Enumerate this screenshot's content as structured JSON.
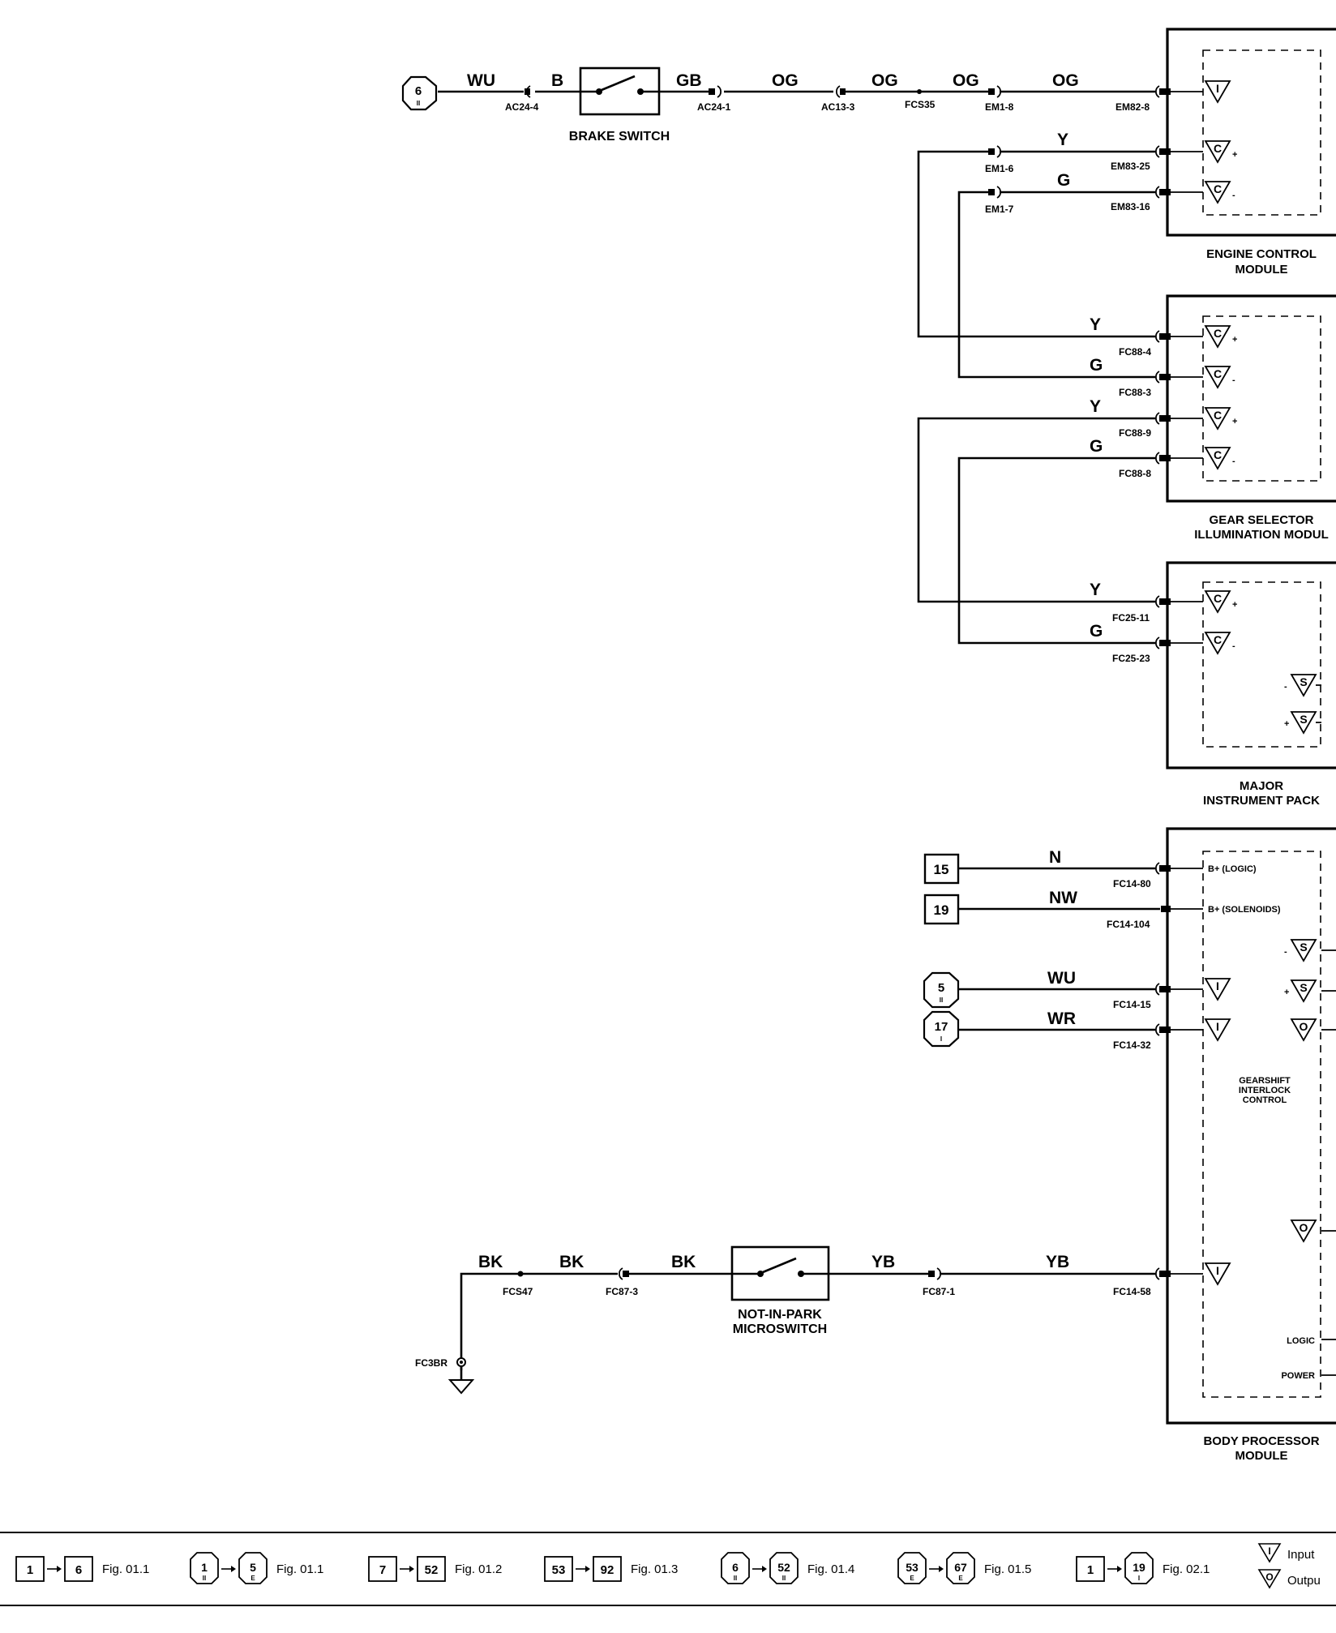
{
  "modules": {
    "ecm": {
      "line1": "ENGINE CONTROL",
      "line2": "MODULE"
    },
    "gsim": {
      "line1": "GEAR SELECTOR",
      "line2": "ILLUMINATION MODUL"
    },
    "mip": {
      "line1": "MAJOR",
      "line2": "INSTRUMENT PACK"
    },
    "bpm": {
      "line1": "BODY PROCESSOR",
      "line2": "MODULE"
    },
    "gic": {
      "line1": "GEARSHIFT",
      "line2": "INTERLOCK",
      "line3": "CONTROL"
    }
  },
  "switches": {
    "brake": {
      "label": "BRAKE SWITCH"
    },
    "nip": {
      "line1": "NOT-IN-PARK",
      "line2": "MICROSWITCH"
    }
  },
  "refs": {
    "r6": {
      "num": "6",
      "sub": "II"
    },
    "r5": {
      "num": "5",
      "sub": "II"
    },
    "r17": {
      "num": "17",
      "sub": "I"
    },
    "b15": "15",
    "b19": "19"
  },
  "wires": {
    "wu": "WU",
    "b": "B",
    "gb": "GB",
    "og": "OG",
    "y": "Y",
    "g": "G",
    "n": "N",
    "nw": "NW",
    "wr": "WR",
    "bk": "BK",
    "yb": "YB"
  },
  "connectors": {
    "ac24_4": "AC24-4",
    "ac24_1": "AC24-1",
    "ac13_3": "AC13-3",
    "fcs35": "FCS35",
    "em1_8": "EM1-8",
    "em82_8": "EM82-8",
    "em1_6": "EM1-6",
    "em83_25": "EM83-25",
    "em1_7": "EM1-7",
    "em83_16": "EM83-16",
    "fc88_4": "FC88-4",
    "fc88_3": "FC88-3",
    "fc88_9": "FC88-9",
    "fc88_8": "FC88-8",
    "fc25_11": "FC25-11",
    "fc25_23": "FC25-23",
    "fc14_80": "FC14-80",
    "fc14_104": "FC14-104",
    "fc14_15": "FC14-15",
    "fc14_32": "FC14-32",
    "fc14_58": "FC14-58",
    "fcs47": "FCS47",
    "fc87_3": "FC87-3",
    "fc87_1": "FC87-1",
    "fc3br": "FC3BR"
  },
  "pins": {
    "logic_in": "B+ (LOGIC)",
    "sol_in": "B+ (SOLENOIDS)",
    "logic": "LOGIC",
    "power": "POWER"
  },
  "symbols": {
    "i": "I",
    "c": "C",
    "s": "S",
    "o": "O",
    "plus": "+",
    "minus": "-"
  },
  "legend": {
    "items": [
      {
        "from": "1",
        "to": "6",
        "fig": "Fig. 01.1"
      },
      {
        "from": "1",
        "from_sub": "II",
        "to": "5",
        "to_sub": "E",
        "fig": "Fig. 01.1"
      },
      {
        "from": "7",
        "to": "52",
        "fig": "Fig. 01.2"
      },
      {
        "from": "53",
        "to": "92",
        "fig": "Fig. 01.3"
      },
      {
        "from": "6",
        "from_sub": "II",
        "to": "52",
        "to_sub": "II",
        "fig": "Fig. 01.4"
      },
      {
        "from": "53",
        "from_sub": "E",
        "to": "67",
        "to_sub": "E",
        "fig": "Fig. 01.5"
      },
      {
        "from": "1",
        "to": "19",
        "to_sub": "I",
        "fig": "Fig. 02.1"
      }
    ],
    "input": "Input",
    "output": "Outpu"
  }
}
